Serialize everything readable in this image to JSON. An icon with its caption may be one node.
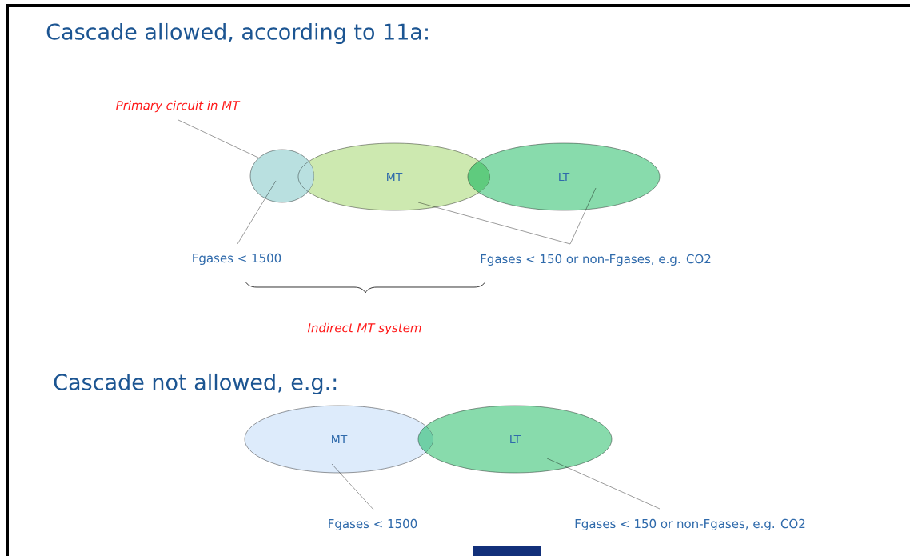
{
  "diagram": {
    "title": "Cascade allowed, according to 11a:",
    "nodes": [
      {
        "text": [],
        "shape": "circle"
      },
      {
        "text": [
          "MT"
        ]
      },
      {
        "text": [
          "LT"
        ]
      },
      {
        "text": [
          "Primary circuit in MT"
        ]
      },
      {
        "text": [
          "Fgases < 1500"
        ]
      },
      {
        "text": [
          "Fgases < 150 or non-Fgases, e.g. CO2"
        ]
      },
      {
        "text": [
          "MT"
        ]
      },
      {
        "text": [
          "LT"
        ]
      },
      {
        "text": [
          "Fgases < 1500"
        ]
      },
      {
        "text": [
          "Fgases < 150 or non-Fgases, e.g. CO2"
        ]
      }
    ],
    "edges": [
      {
        "from": 3,
        "to": 0,
        "arrow": "none"
      },
      {
        "from": 4,
        "to": 0,
        "arrow": "none"
      },
      {
        "from": 5,
        "to": 1,
        "arrow": "none"
      },
      {
        "from": 5,
        "to": 2,
        "arrow": "none"
      },
      {
        "from": 8,
        "to": 6,
        "arrow": "none"
      },
      {
        "from": 9,
        "to": 7,
        "arrow": "none"
      }
    ],
    "labels": [
      "Indirect MT system",
      "Cascade not allowed, e.g.:"
    ]
  }
}
